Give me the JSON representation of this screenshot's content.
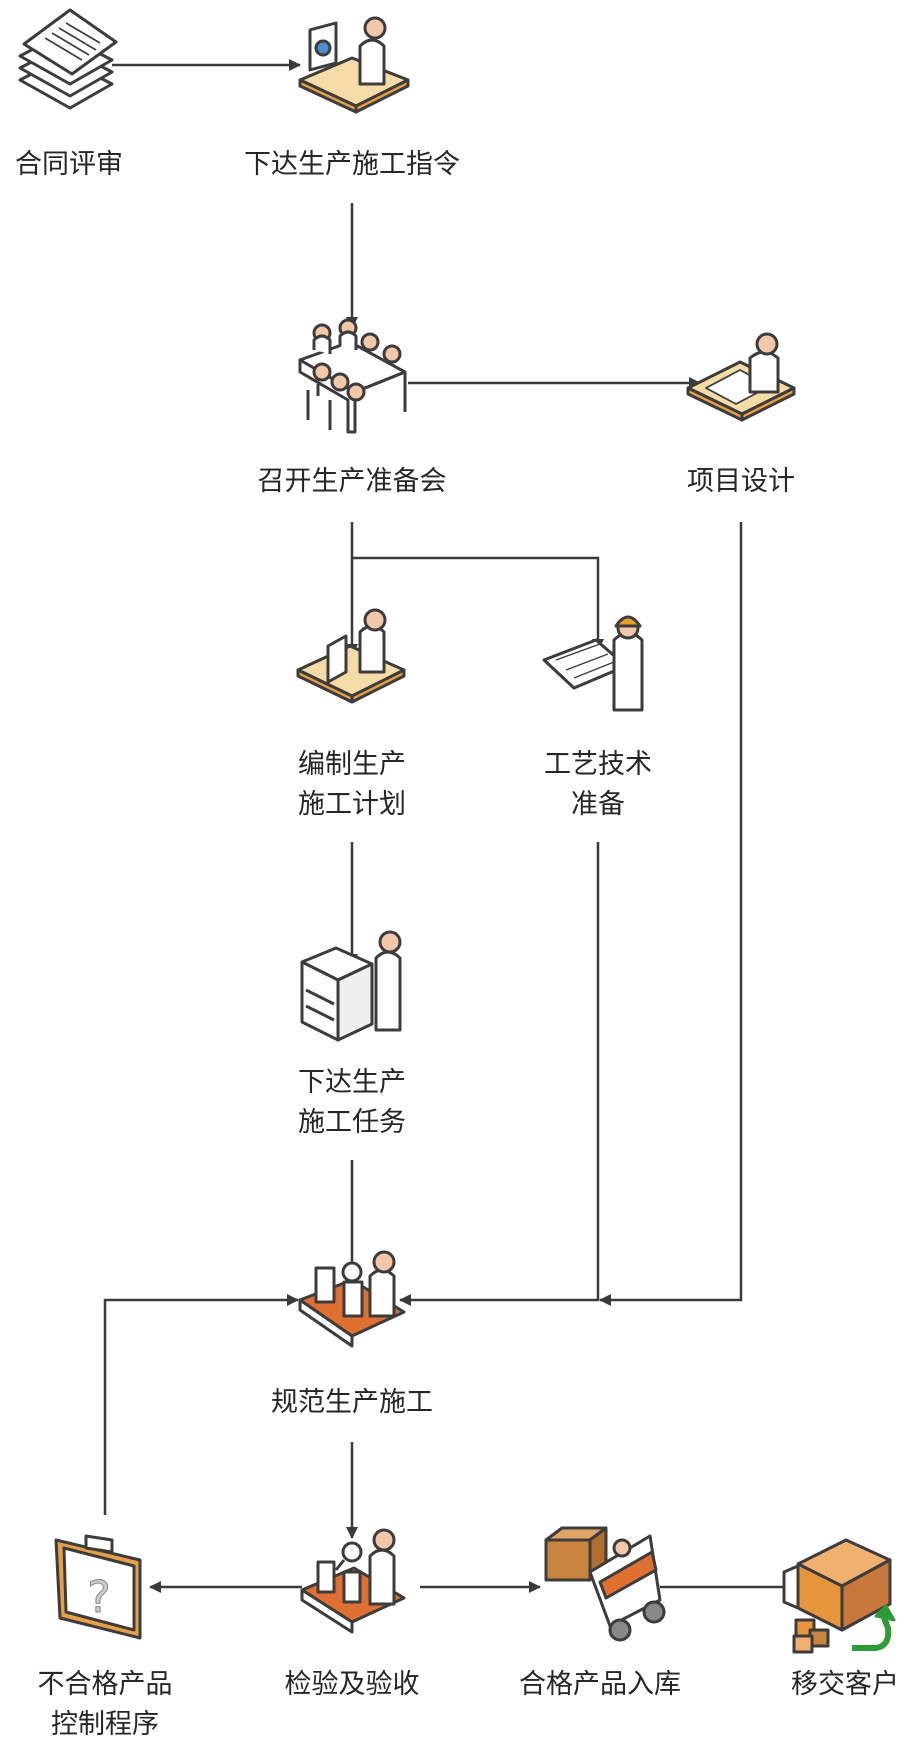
{
  "colors": {
    "line": "#3a3a3a",
    "outline": "#3c3c3c",
    "skin": "#f2c8a8",
    "desk_orange": "#e8a046",
    "desk_top": "#f5dca6",
    "hard_hat": "#e8a020",
    "belt_orange": "#e07030",
    "box_brown": "#c8843c",
    "green_arrow": "#2e9a3a",
    "white": "#ffffff"
  },
  "nodes": {
    "contract_review": {
      "label": "合同评审",
      "icon": "documents-stack-icon"
    },
    "issue_order": {
      "label": "下达生产施工指令",
      "icon": "person-at-desk-icon"
    },
    "prep_meeting": {
      "label": "召开生产准备会",
      "icon": "meeting-table-icon"
    },
    "project_design": {
      "label": "项目设计",
      "icon": "designer-drafting-icon"
    },
    "make_plan": {
      "line1": "编制生产",
      "line2": "施工计划",
      "icon": "person-at-computer-icon"
    },
    "process_prep": {
      "line1": "工艺技术",
      "line2": "准备",
      "icon": "worker-blueprint-icon"
    },
    "issue_task": {
      "line1": "下达生产",
      "line2": "施工任务",
      "icon": "copier-machine-icon"
    },
    "production": {
      "label": "规范生产施工",
      "icon": "assembly-line-icon"
    },
    "nonconforming": {
      "line1": "不合格产品",
      "line2": "控制程序",
      "icon": "clipboard-question-icon"
    },
    "inspection": {
      "label": "检验及验收",
      "icon": "inspection-line-icon"
    },
    "warehousing": {
      "label": "合格产品入库",
      "icon": "forklift-icon"
    },
    "delivery": {
      "label": "移交客户",
      "icon": "delivery-truck-icon"
    }
  }
}
